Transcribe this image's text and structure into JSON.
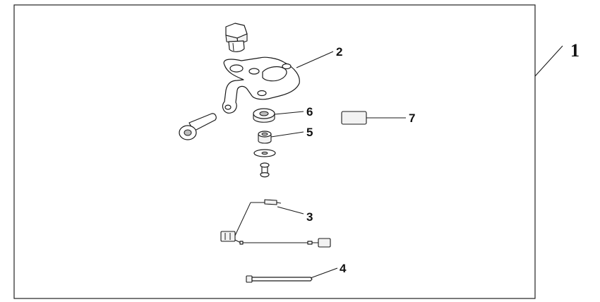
{
  "callouts": {
    "kit": "1",
    "bracket": "2",
    "harness": "3",
    "cable_tie": "4",
    "collar": "5",
    "grommet": "6",
    "tape": "7"
  }
}
